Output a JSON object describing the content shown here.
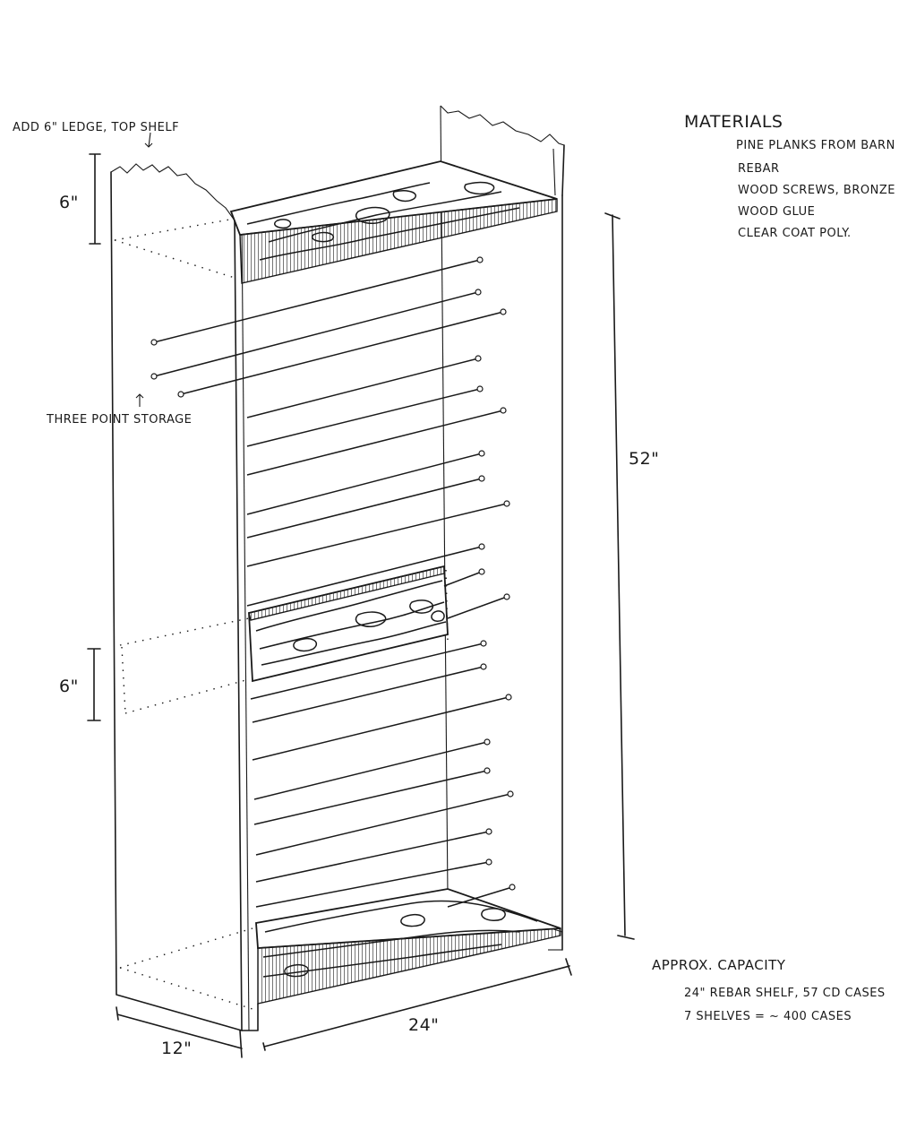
{
  "notes": {
    "ledge_top": "ADD 6\" LEDGE, TOP SHELF",
    "three_point": "THREE POINT STORAGE"
  },
  "dimensions": {
    "top_ledge": "6\"",
    "mid_ledge": "6\"",
    "height": "52\"",
    "width": "24\"",
    "depth": "12\""
  },
  "materials": {
    "title": "MATERIALS",
    "items": [
      "PINE PLANKS FROM BARN",
      "REBAR",
      "WOOD SCREWS, BRONZE",
      "WOOD GLUE",
      "CLEAR COAT POLY."
    ]
  },
  "capacity": {
    "title": "APPROX. CAPACITY",
    "lines": [
      "24\" REBAR SHELF, 57 CD CASES",
      "7 SHELVES = ~ 400 CASES"
    ]
  }
}
